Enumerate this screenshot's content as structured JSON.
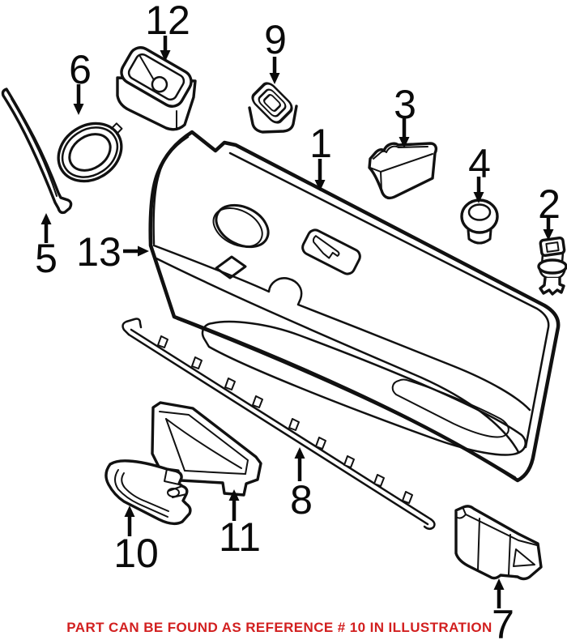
{
  "figure": {
    "kind": "parts-illustration",
    "background": "#ffffff",
    "line_color": "#111111",
    "labels": [
      "1",
      "2",
      "3",
      "4",
      "5",
      "6",
      "7",
      "8",
      "9",
      "10",
      "11",
      "12",
      "13"
    ],
    "note": {
      "text": "PART CAN BE FOUND AS REFERENCE # 10 IN ILLUSTRATION",
      "color": "#d21f1f"
    }
  }
}
